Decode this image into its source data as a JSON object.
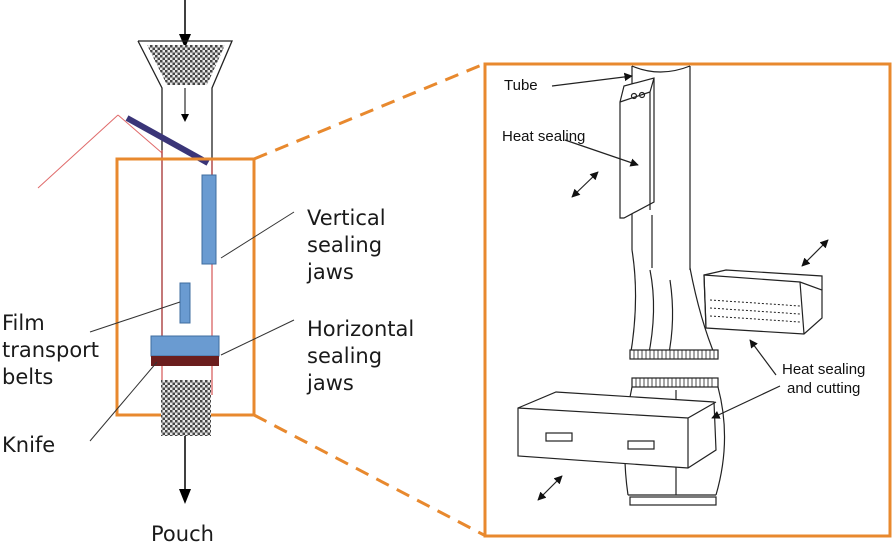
{
  "labels": {
    "vertical_jaws": [
      "Vertical",
      "sealing",
      "jaws"
    ],
    "film_belts": [
      "Film",
      "transport",
      "belts"
    ],
    "horizontal_jaws": [
      "Horizontal",
      "sealing",
      "jaws"
    ],
    "knife": "Knife",
    "pouch": "Pouch"
  },
  "detail_labels": {
    "tube": "Tube",
    "heat_sealing": "Heat sealing",
    "heat_sealing_cutting": [
      "Heat sealing",
      "and cutting"
    ]
  },
  "colors": {
    "accent": "#e8892e",
    "jaw_blue": "#6a9bd1",
    "jaw_border": "#3f6c9f",
    "dark_red": "#6b1e1e",
    "film_red": "#cc3333",
    "roller": "#3a3578"
  }
}
